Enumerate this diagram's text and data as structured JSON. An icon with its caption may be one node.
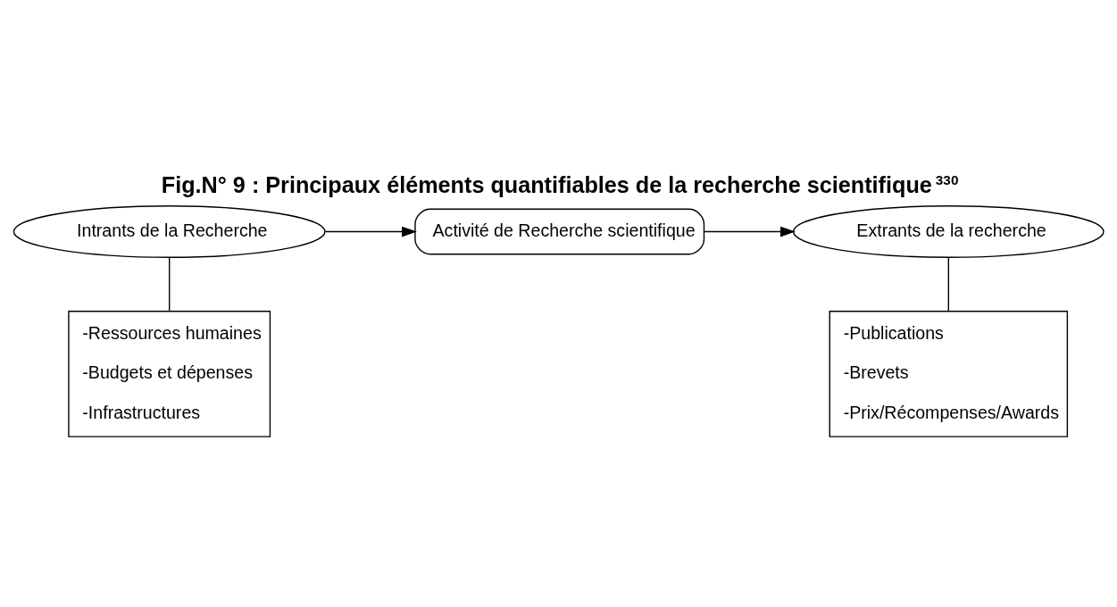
{
  "diagram": {
    "title": "Fig.N° 9 : Principaux éléments quantifiables de la recherche scientifique$^{330}$",
    "nodes": [
      {
        "text": [
          "Intrants de la Recherche"
        ]
      },
      {
        "text": [
          "Activité de Recherche scientifique"
        ]
      },
      {
        "text": [
          "Extrants de la recherche"
        ]
      },
      {
        "text": [
          "-Ressources humaines",
          "-Budgets et dépenses",
          "-Infrastructures"
        ]
      },
      {
        "text": [
          "-Publications",
          "-Brevets",
          "-Prix/Récompenses/Awards"
        ]
      }
    ],
    "edges": [
      {
        "from": 0,
        "to": 1,
        "arrow": "to"
      },
      {
        "from": 1,
        "to": 2,
        "arrow": "to"
      },
      {
        "from": 0,
        "to": 3,
        "arrow": "none"
      },
      {
        "from": 2,
        "to": 4,
        "arrow": "none"
      }
    ]
  }
}
